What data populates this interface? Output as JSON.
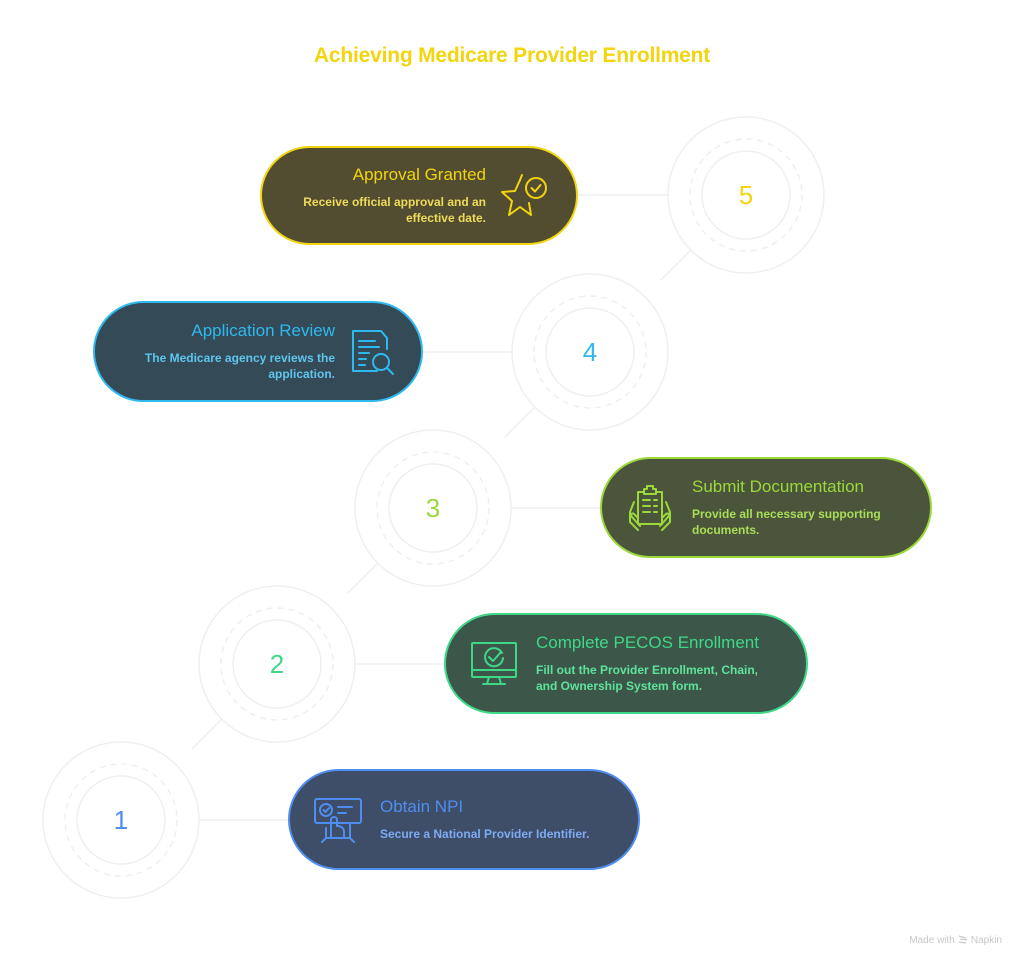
{
  "title": "Achieving Medicare Provider Enrollment",
  "steps": [
    {
      "number": "1",
      "heading": "Obtain NPI",
      "description": "Secure a National Provider Identifier.",
      "icon": "id-card-hand-icon",
      "color": "#4f8ef0",
      "fill": "#3e4d68"
    },
    {
      "number": "2",
      "heading": "Complete PECOS Enrollment",
      "description": "Fill out the Provider Enrollment, Chain, and Ownership System form.",
      "icon": "monitor-check-icon",
      "color": "#3fd886",
      "fill": "#3c574a"
    },
    {
      "number": "3",
      "heading": "Submit Documentation",
      "description": "Provide all necessary supporting documents.",
      "icon": "hands-clipboard-icon",
      "color": "#9bd83a",
      "fill": "#4a553c"
    },
    {
      "number": "4",
      "heading": "Application Review",
      "description": "The Medicare agency reviews the application.",
      "icon": "document-search-icon",
      "color": "#2fb9ee",
      "fill": "#344a56"
    },
    {
      "number": "5",
      "heading": "Approval Granted",
      "description": "Receive official approval and an effective date.",
      "icon": "star-check-icon",
      "color": "#f2d50f",
      "fill": "#524c30"
    }
  ],
  "footer": {
    "made_with": "Made with",
    "brand": "Napkin"
  }
}
